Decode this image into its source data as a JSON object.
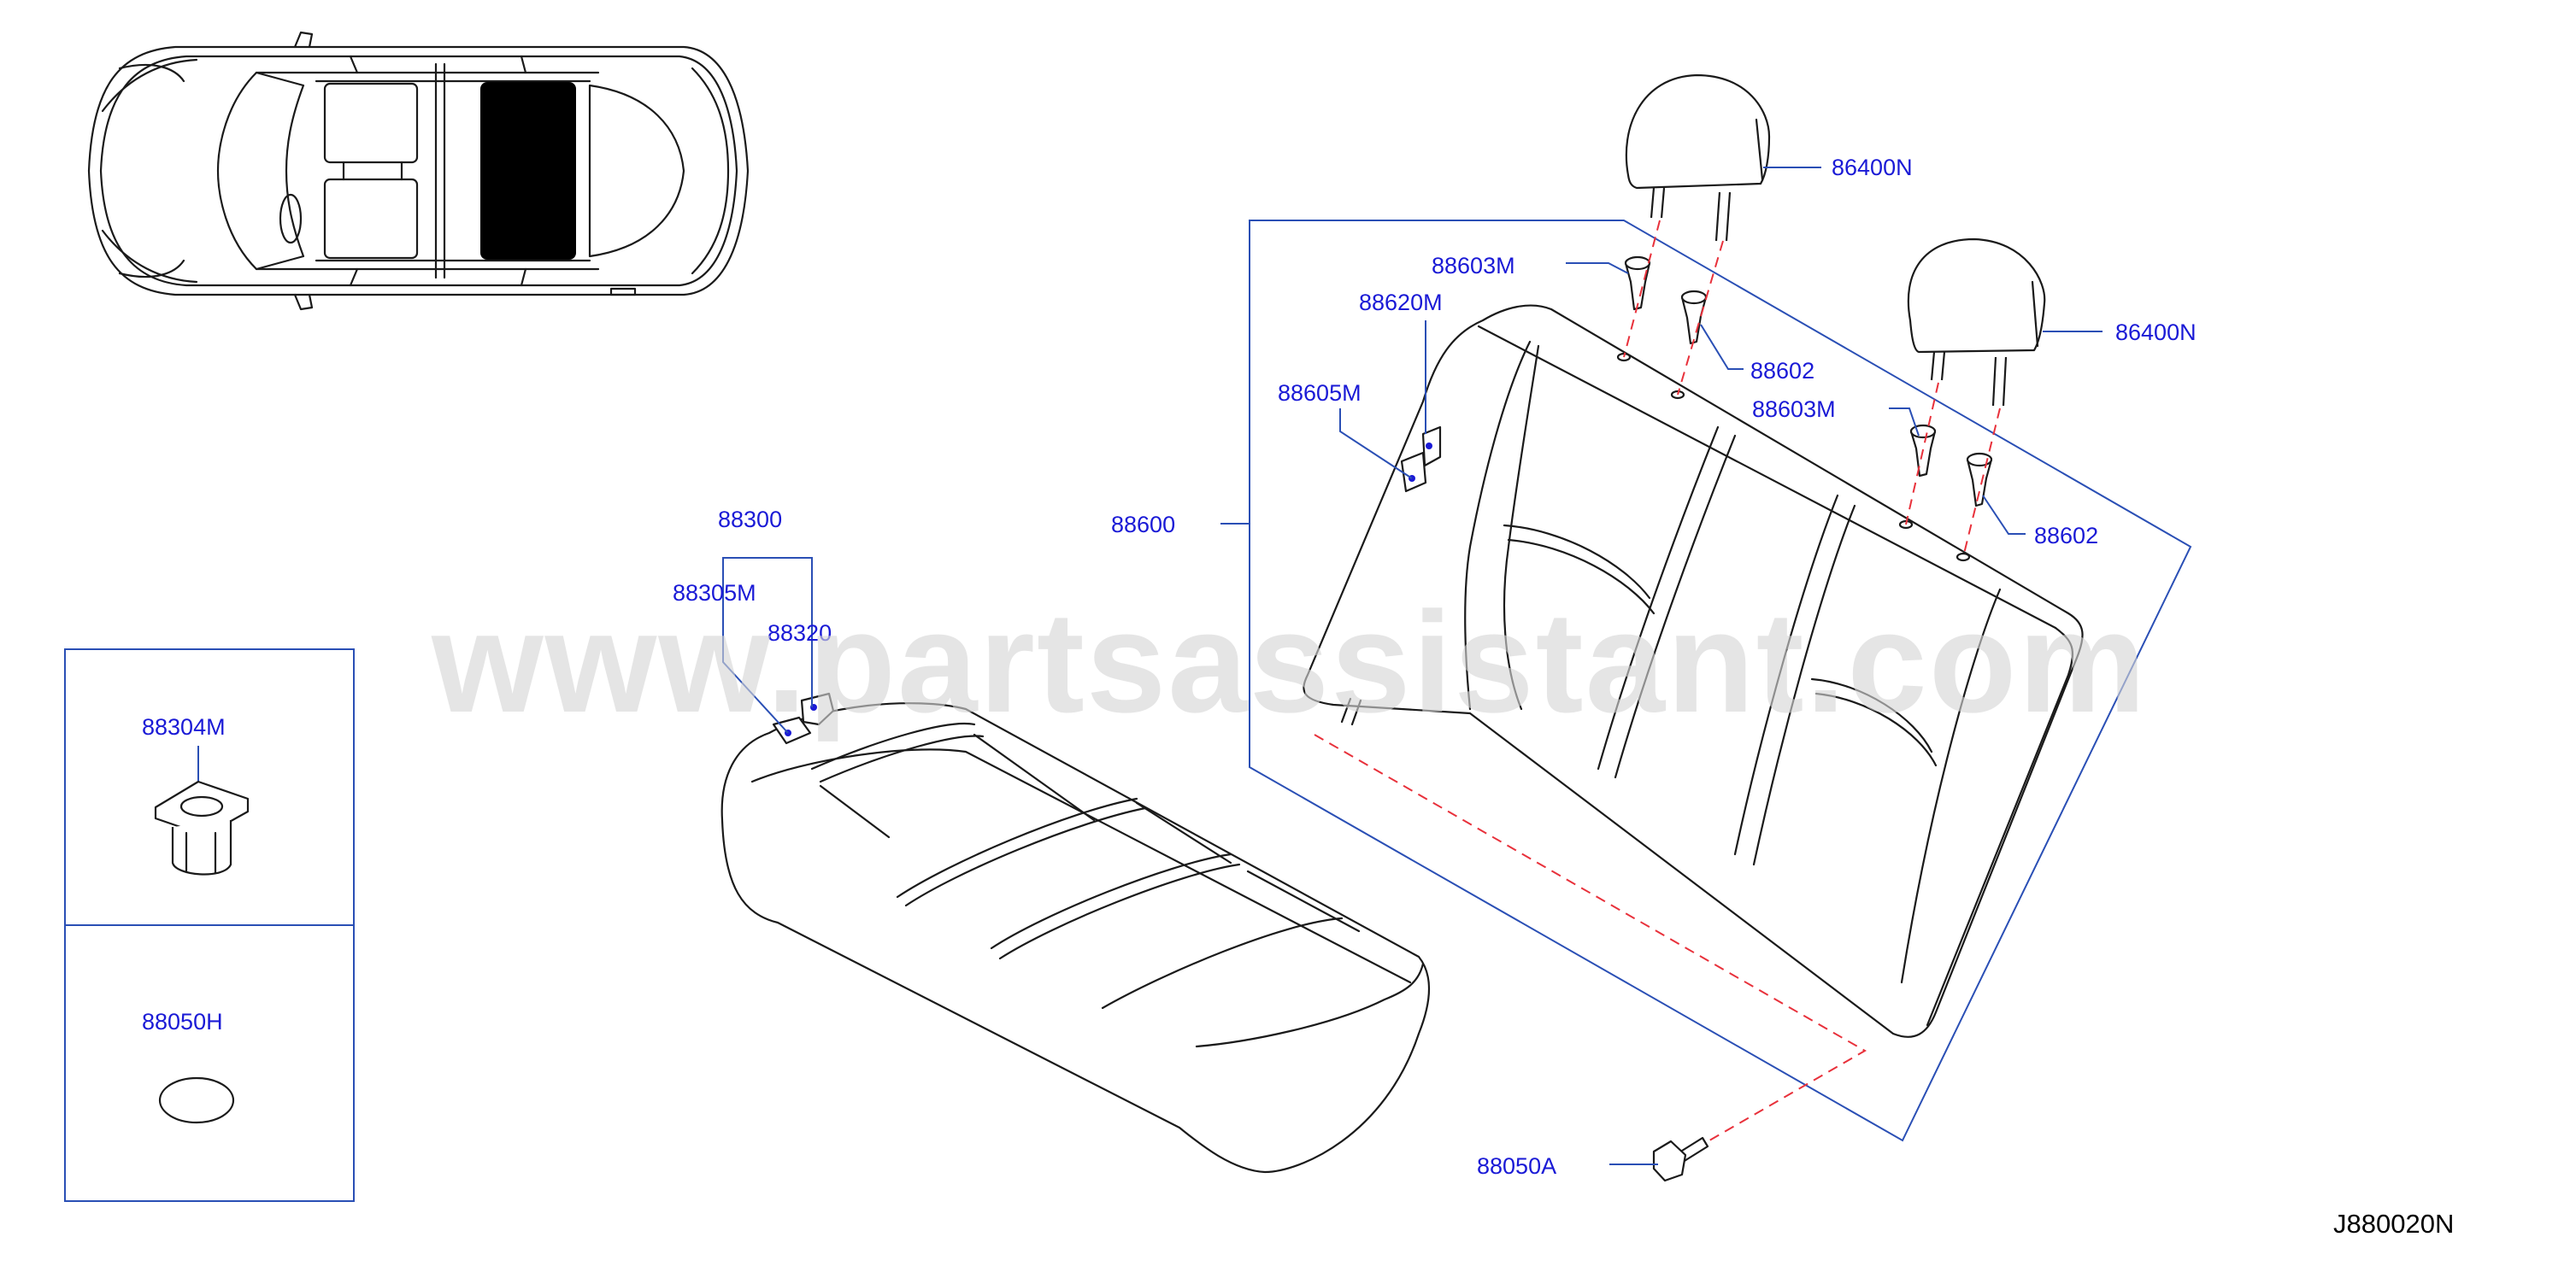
{
  "watermark": "www.partsassistant.com",
  "diagram_ref": "J880020N",
  "callouts": {
    "headrest_left": "86400N",
    "headrest_right": "86400N",
    "guide_locked_left": "88603M",
    "guide_left": "88602",
    "guide_locked_right": "88603M",
    "guide_right": "88602",
    "back_bracket": "88620M",
    "back_clip": "88605M",
    "seat_back": "88600",
    "cushion": "88300",
    "cushion_clip": "88305M",
    "cushion_bracket": "88320",
    "bolt": "88050A",
    "inset_clip": "88304M",
    "inset_plug": "88050H"
  },
  "colors": {
    "callout_text": "#1a1ad6",
    "leader_line": "#2a4fb5",
    "assembly_dash": "#e8313b",
    "highlight_zone": "#000000",
    "watermark": "#d6d6d6"
  }
}
